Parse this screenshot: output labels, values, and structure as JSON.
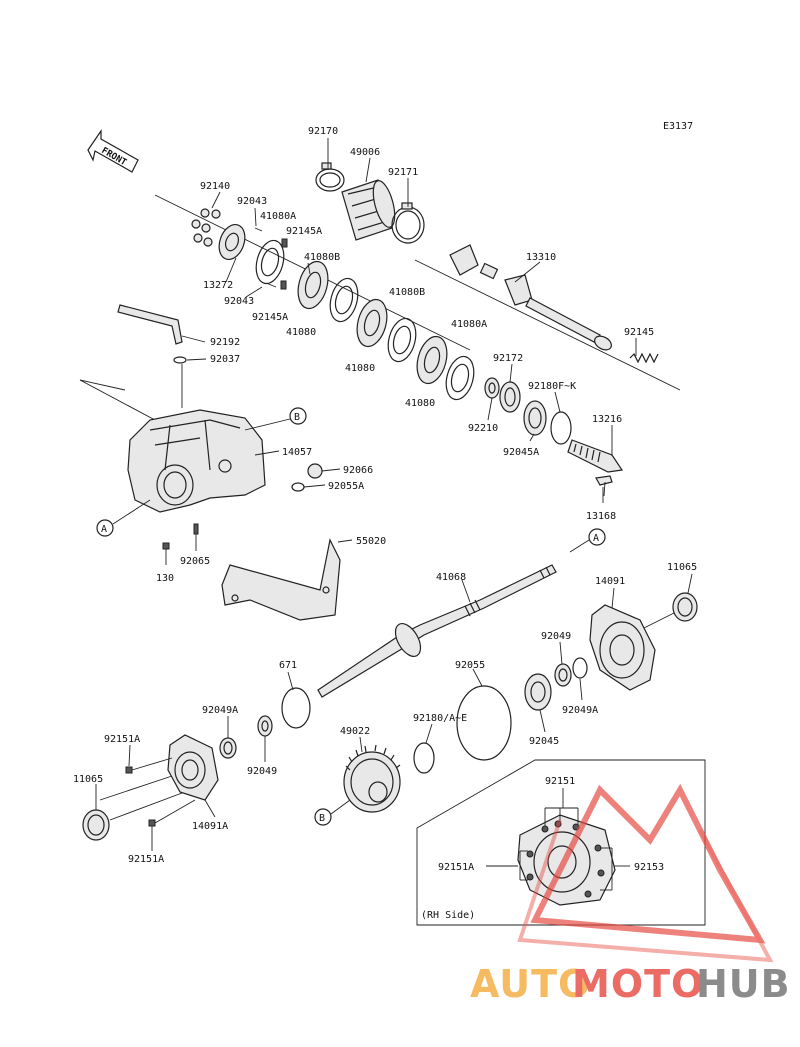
{
  "diagram_code": "E3137",
  "front_label": "FRONT",
  "inset_caption": "(RH Side)",
  "watermark": {
    "part1": "AUTO",
    "part2": "MOTO",
    "part3": "HUB",
    "color_auto": "#f4a93a",
    "color_moto": "#e5483f",
    "color_hub": "#6f6f6f"
  },
  "callouts": {
    "A": "A",
    "B": "B"
  },
  "part_labels": {
    "p92170": "92170",
    "p49006": "49006",
    "p92171": "92171",
    "p92140": "92140",
    "p92043a": "92043",
    "p41080A_a": "41080A",
    "p92145A_a": "92145A",
    "p41080B_a": "41080B",
    "p13272": "13272",
    "p92043b": "92043",
    "p92145A_b": "92145A",
    "p41080_a": "41080",
    "p41080B_b": "41080B",
    "p41080_b": "41080",
    "p41080A_b": "41080A",
    "p41080_c": "41080",
    "p13310": "13310",
    "p92145": "92145",
    "p92192": "92192",
    "p92037": "92037",
    "p92172": "92172",
    "p92180FK": "92180F~K",
    "p92210": "92210",
    "p13216": "13216",
    "p92045A": "92045A",
    "p14057": "14057",
    "p92066": "92066",
    "p92055A": "92055A",
    "p13168": "13168",
    "p55020": "55020",
    "p92065": "92065",
    "p130": "130",
    "p41068": "41068",
    "p14091": "14091",
    "p11065_a": "11065",
    "p671": "671",
    "p92055": "92055",
    "p92049_a": "92049",
    "p92049A_a": "92049A",
    "p92045": "92045",
    "p92049A_b": "92049A",
    "p92151A_a": "92151A",
    "p92049_b": "92049",
    "p49022": "49022",
    "p92180AE": "92180/A~E",
    "p11065_b": "11065",
    "p14091A": "14091A",
    "p92151A_b": "92151A",
    "p92151": "92151",
    "p92151A_c": "92151A",
    "p92153": "92153"
  }
}
